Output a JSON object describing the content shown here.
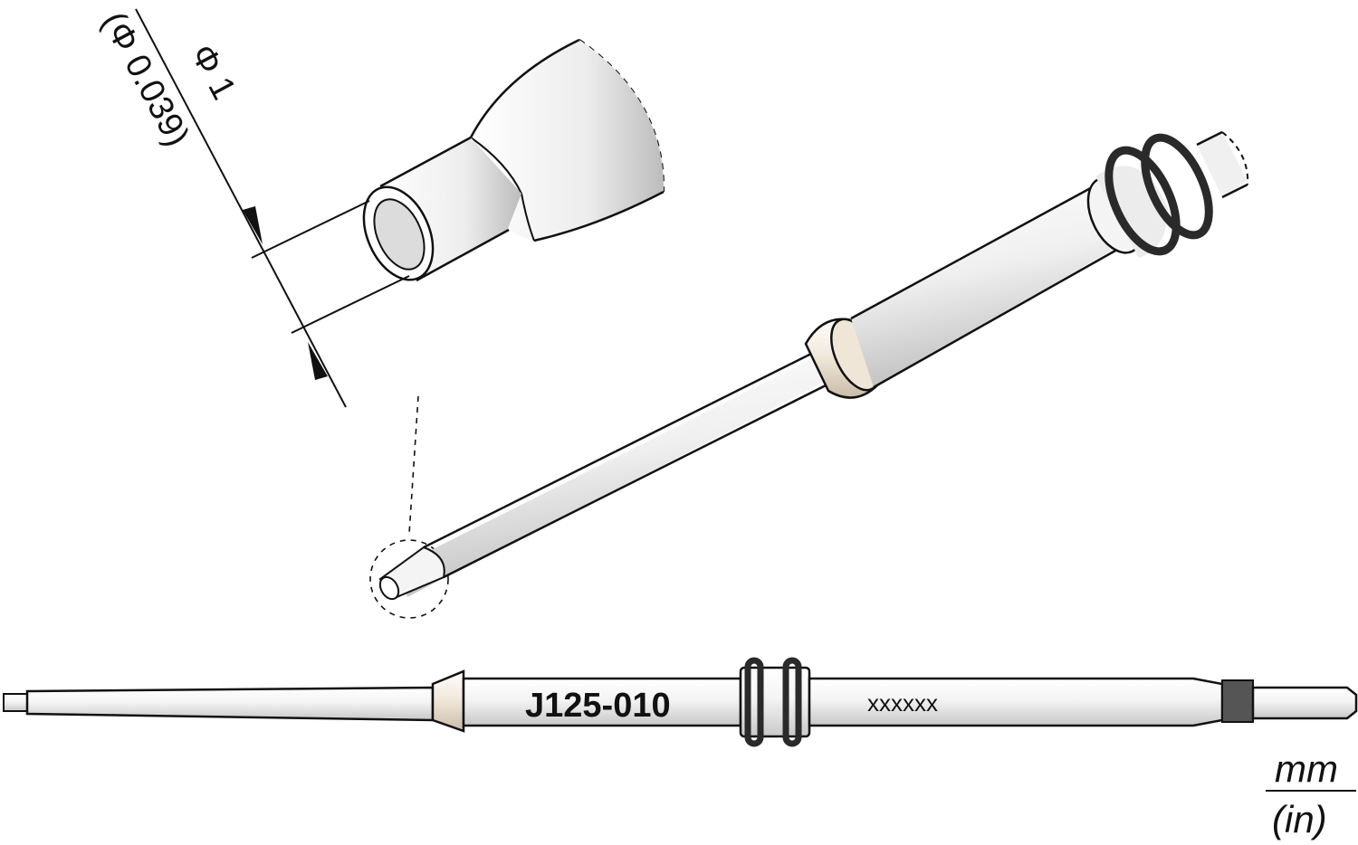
{
  "dimension": {
    "diameter_mm": "Φ 1",
    "diameter_in": "(Φ 0.039)"
  },
  "tip_label": {
    "model": "J125-010",
    "code": "xxxxxx"
  },
  "units": {
    "primary": "mm",
    "secondary": "(in)"
  },
  "colors": {
    "outline": "#111111",
    "body_fill": "#f2f2f2",
    "collar_fill": "#efe6d8",
    "oring": "#2a2a2a",
    "band": "#555555"
  }
}
